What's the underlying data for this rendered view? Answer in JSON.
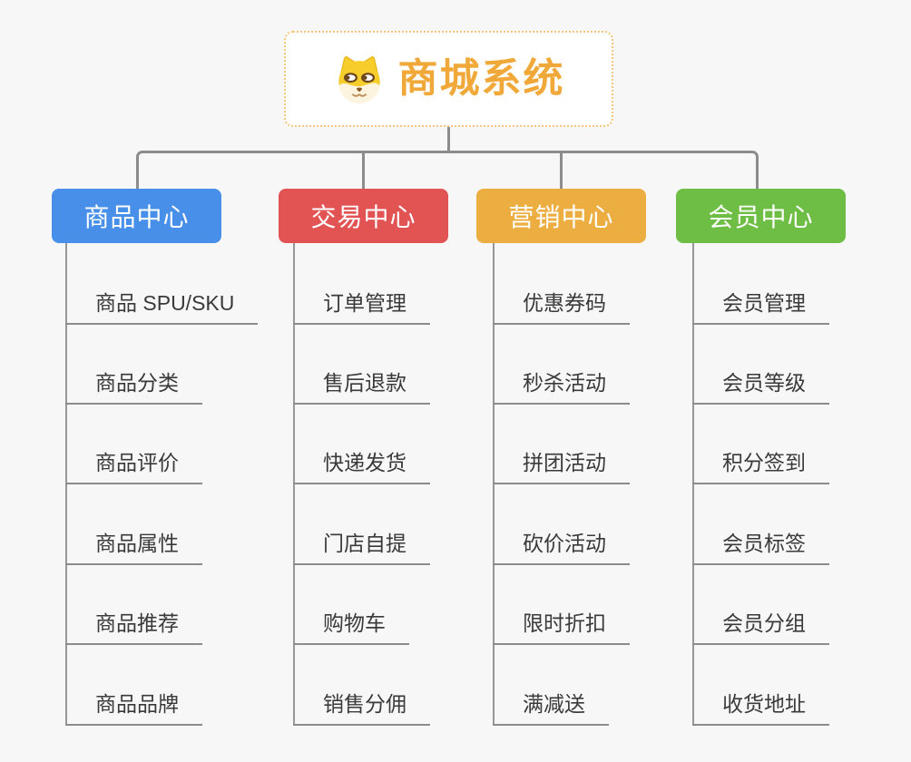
{
  "root": {
    "title": "商城系统",
    "title_color": "#F0A838",
    "border_color": "#F2C579",
    "icon": "doge-face-icon"
  },
  "connector_color": "#8C8C8C",
  "branches": [
    {
      "label": "商品中心",
      "color": "#478FE8",
      "items": [
        "商品 SPU/SKU",
        "商品分类",
        "商品评价",
        "商品属性",
        "商品推荐",
        "商品品牌"
      ]
    },
    {
      "label": "交易中心",
      "color": "#E25454",
      "items": [
        "订单管理",
        "售后退款",
        "快递发货",
        "门店自提",
        "购物车",
        "销售分佣"
      ]
    },
    {
      "label": "营销中心",
      "color": "#ECAD41",
      "items": [
        "优惠券码",
        "秒杀活动",
        "拼团活动",
        "砍价活动",
        "限时折扣",
        "满减送"
      ]
    },
    {
      "label": "会员中心",
      "color": "#6EBE45",
      "items": [
        "会员管理",
        "会员等级",
        "积分签到",
        "会员标签",
        "会员分组",
        "收货地址"
      ]
    }
  ]
}
